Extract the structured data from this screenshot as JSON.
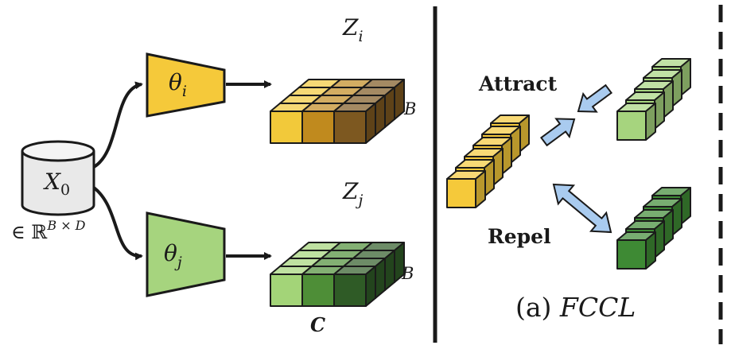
{
  "figure": {
    "left_panel": {
      "database": {
        "symbol": "X",
        "sub": "0",
        "dim_prefix": "∈ ℝ",
        "dim_sup": "B × D"
      },
      "encoder_i": {
        "symbol": "θ",
        "sub": "i",
        "color": "#F5C93A"
      },
      "encoder_j": {
        "symbol": "θ",
        "sub": "j",
        "color": "#A6D47E"
      },
      "tensor_i": {
        "label": "Z",
        "sub": "i",
        "depth_label": "B",
        "colors": [
          "#F2C93A",
          "#C08A1E",
          "#7D5820"
        ]
      },
      "tensor_j": {
        "label": "Z",
        "sub": "j",
        "depth_label": "B",
        "colors": [
          "#A3D478",
          "#4E8E37",
          "#2F5B26"
        ]
      },
      "channel_label": "C"
    },
    "right_panel": {
      "attract_label": "Attract",
      "repel_label": "Repel",
      "caption_prefix": "(a) ",
      "caption_italic": "FCCL",
      "stack_yellow": "#F5C93A",
      "stack_light_green": "#A6D47E",
      "stack_dark_green": "#3E8A34",
      "arrow_color": "#A9CBEF"
    }
  }
}
